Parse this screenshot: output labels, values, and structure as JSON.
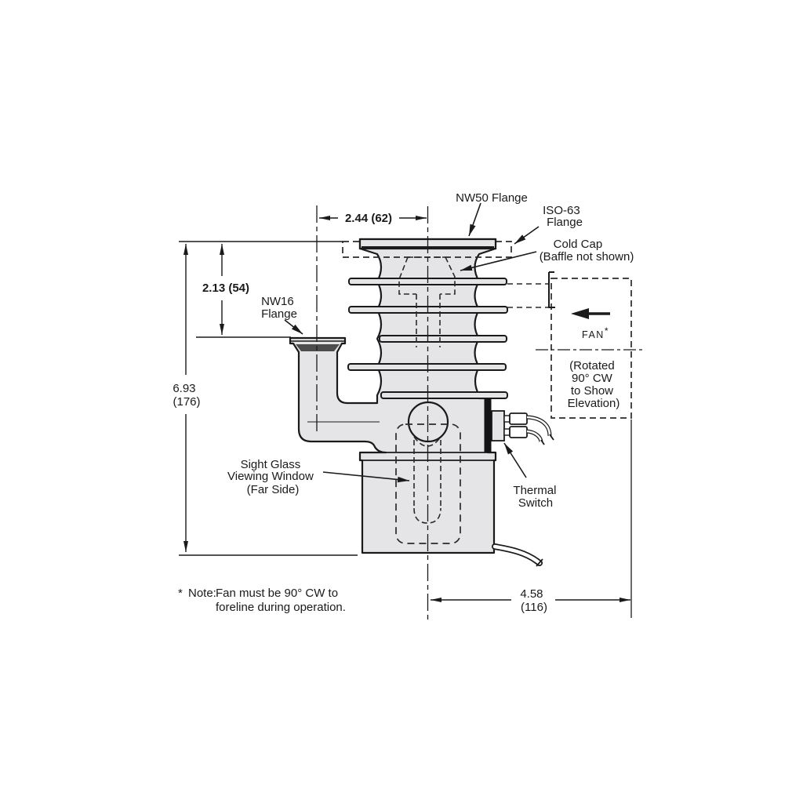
{
  "labels": {
    "nw50": "NW50 Flange",
    "iso63": [
      "ISO-63",
      "Flange"
    ],
    "cold_cap": [
      "Cold Cap",
      "(Baffle not shown)"
    ],
    "nw16": [
      "NW16",
      "Flange"
    ],
    "sight_glass": [
      "Sight Glass",
      "Viewing Window",
      "(Far Side)"
    ],
    "thermal_switch": [
      "Thermal",
      "Switch"
    ],
    "fan": "FAN",
    "fan_star": "*",
    "fan_rotation": [
      "(Rotated",
      "90° CW",
      "to Show",
      "Elevation)"
    ]
  },
  "dimensions": {
    "flange_offset": "2.44 (62)",
    "upper_height": "2.13 (54)",
    "overall_height": [
      "6.93",
      "(176)"
    ],
    "overall_width": [
      "4.58",
      "(116)"
    ]
  },
  "note": {
    "marker": "*",
    "heading": "Note:",
    "lines": [
      "Fan must be 90° CW to",
      "foreline during operation."
    ]
  },
  "colors": {
    "body_fill": "#e5e5e7",
    "line": "#1a1a1a",
    "clamp": "#4d4d4d",
    "heater_band": "#141414",
    "background": "#ffffff"
  }
}
